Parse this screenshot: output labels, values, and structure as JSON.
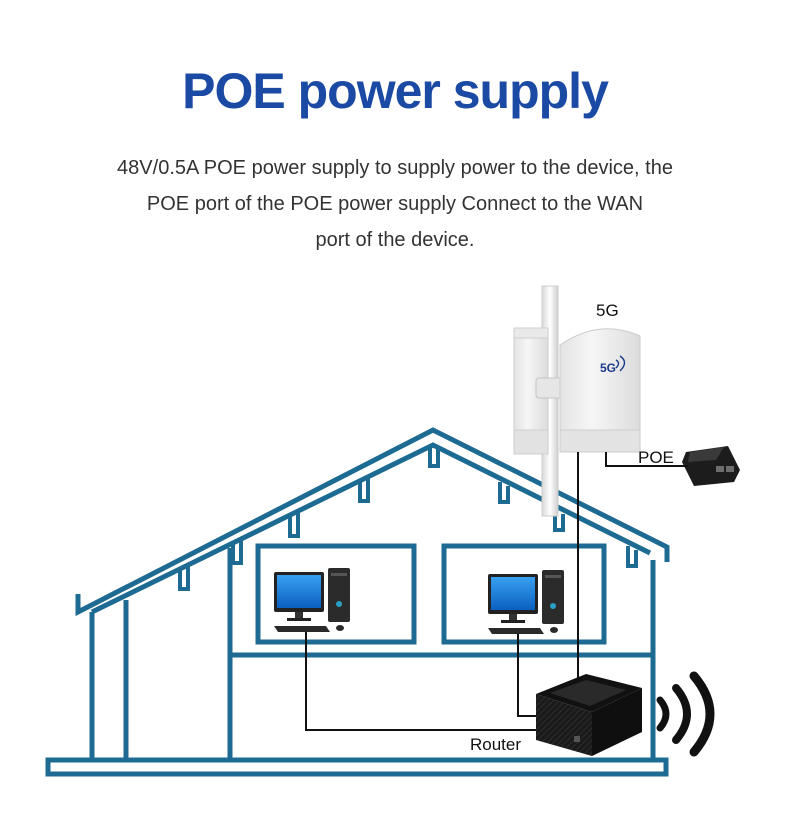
{
  "title": "POE power supply",
  "description": [
    "48V/0.5A POE power supply to supply power to the device, the",
    "POE port of the POE power supply Connect to the WAN",
    "port of the device."
  ],
  "labels": {
    "device_5g": "5G",
    "device_logo": "5G",
    "poe": "POE",
    "router": "Router"
  },
  "colors": {
    "title": "#1b4aa5",
    "house_outline": "#1d6b93",
    "monitor_screen": "#1177d6",
    "router_body": "#1a1a1a",
    "cable": "#111111"
  },
  "icons": [
    "outdoor-cpe-device-icon",
    "mounting-pole-icon",
    "poe-injector-icon",
    "desktop-computer-icon",
    "router-icon",
    "wifi-signal-icon"
  ]
}
